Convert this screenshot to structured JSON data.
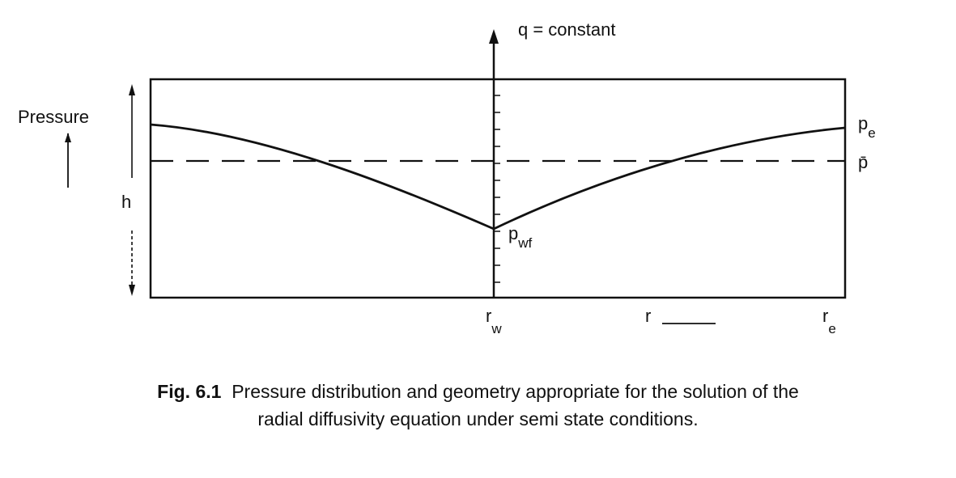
{
  "diagram": {
    "top_label": "q = constant",
    "y_label": "Pressure",
    "height_label": "h",
    "right_labels": {
      "pe_main": "p",
      "pe_sub": "e",
      "pbar": "p̄"
    },
    "well_label": {
      "main": "p",
      "sub": "wf"
    },
    "bottom_labels": {
      "rw_main": "r",
      "rw_sub": "w",
      "r": "r",
      "re_main": "r",
      "re_sub": "e"
    }
  },
  "caption": {
    "number": "Fig. 6.1",
    "line1": "Pressure distribution and geometry appropriate for the solution of the",
    "line2": "radial diffusivity equation under semi state conditions."
  }
}
